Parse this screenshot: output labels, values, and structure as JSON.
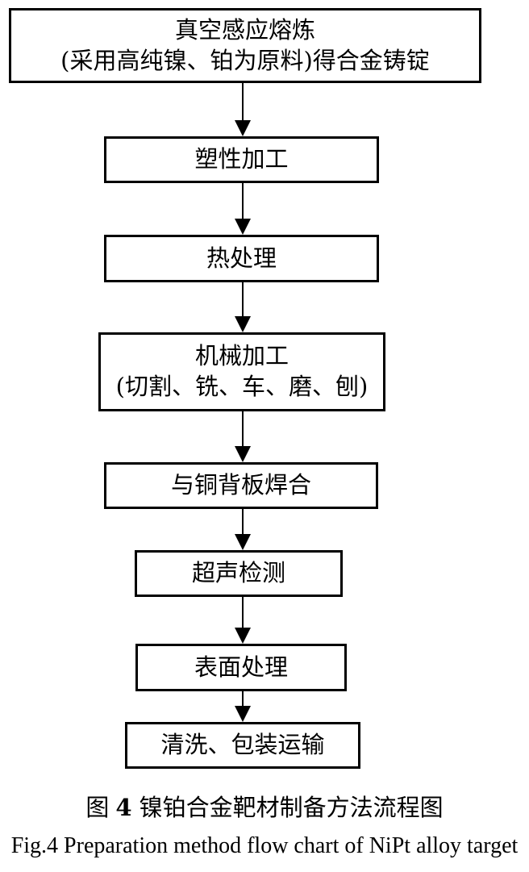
{
  "figure": {
    "type": "flowchart",
    "colors": {
      "line": "#000000",
      "background": "#ffffff",
      "text": "#000000"
    },
    "nodes": [
      {
        "id": "vacuum-induction-melting",
        "line1": "真空感应熔炼",
        "line2": "(采用高纯镍、铂为原料)得合金铸锭"
      },
      {
        "id": "plastic-working",
        "line1": "塑性加工"
      },
      {
        "id": "heat-treatment",
        "line1": "热处理"
      },
      {
        "id": "machining",
        "line1": "机械加工",
        "line2": "(切割、铣、车、磨、刨)"
      },
      {
        "id": "welding-to-copper-backplate",
        "line1": "与铜背板焊合"
      },
      {
        "id": "ultrasonic-inspection",
        "line1": "超声检测"
      },
      {
        "id": "surface-treatment",
        "line1": "表面处理"
      },
      {
        "id": "cleaning-packaging-transport",
        "line1": "清洗、包装运输"
      }
    ],
    "flow": "top-to-bottom, each node connected to the next by a solid black arrow",
    "caption_zh": {
      "prefix": "图",
      "number": "4",
      "title": "镍铂合金靶材制备方法流程图"
    },
    "caption_en": "Fig.4 Preparation method flow chart of NiPt alloy target"
  }
}
